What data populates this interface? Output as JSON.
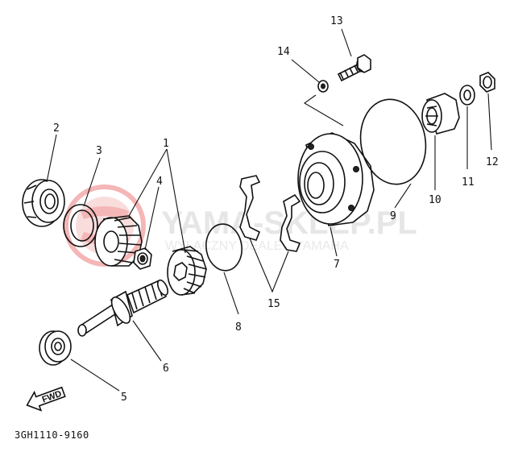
{
  "diagram": {
    "part_code": "3GH1110-9160",
    "fwd_label": "FWD",
    "watermark": {
      "main": "YAMA-SKLEP.PL",
      "sub": "WYŁĄCZNY DEALER YAMAHA"
    },
    "callouts": [
      "1",
      "2",
      "3",
      "4",
      "5",
      "6",
      "7",
      "8",
      "9",
      "10",
      "11",
      "12",
      "13",
      "14",
      "15"
    ]
  }
}
